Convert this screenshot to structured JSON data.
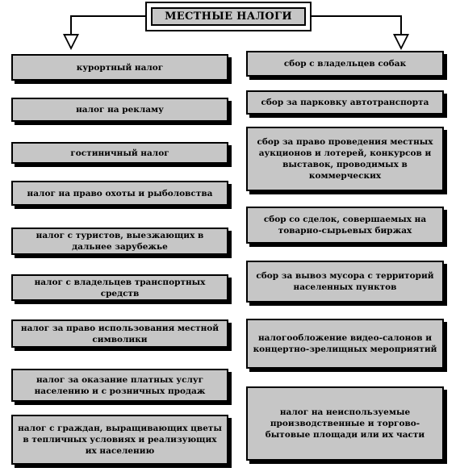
{
  "title": "МЕСТНЫЕ НАЛОГИ",
  "left_items": [
    "курортный налог",
    "налог на рекламу",
    "гостиничный  налог",
    "налог на право охоты и рыболовства",
    "налог с туристов, выезжающих в дальнее зарубежье",
    "налог с владельцев транспортных средств",
    "налог за право использования местной символики",
    "налог за оказание платных услуг населению  и с розничных продаж",
    "налог с граждан, выращивающих цветы в тепличных условиях и реализующих  их населению"
  ],
  "right_items": [
    "сбор с владельцев собак",
    "сбор за парковку автотранспорта",
    "сбор за право проведения местных аукционов и лотерей, конкурсов и выставок, проводимых в коммерческих",
    "сбор со сделок, совершаемых на товарно-сырьевых биржах",
    "сбор за вывоз мусора с территорий населенных пунктов",
    "налогообложение  видео-салонов  и концертно-зрелищных мероприятий",
    "налог на неиспользуемые производственные  и торгово-бытовые площади или их части"
  ]
}
